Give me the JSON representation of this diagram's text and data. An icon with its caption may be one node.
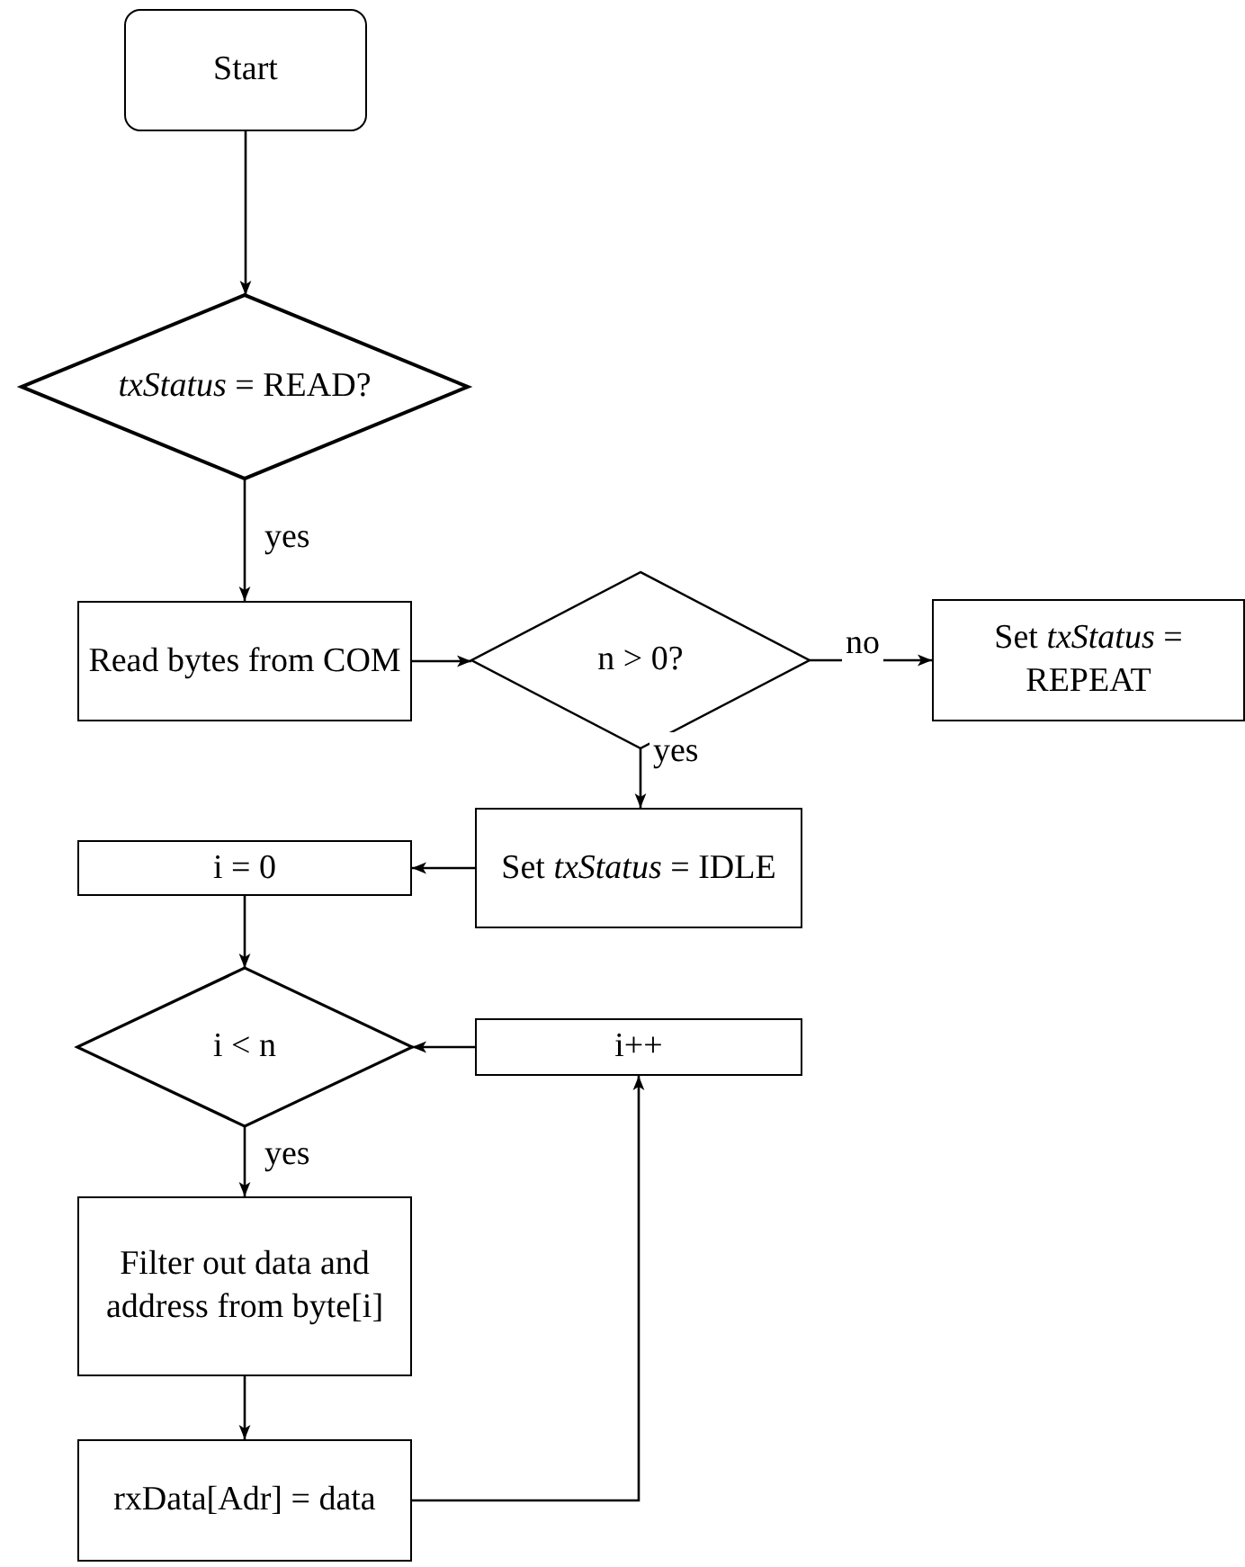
{
  "diagram": {
    "nodes": [
      {
        "text": [
          "Start"
        ]
      },
      {
        "text": [
          "*txStatus* = READ?"
        ]
      },
      {
        "text": [
          "Read bytes from COM"
        ]
      },
      {
        "text": [
          "n > 0?"
        ]
      },
      {
        "text": [
          "Set *txStatus* = REPEAT"
        ]
      },
      {
        "text": [
          "Set *txStatus* = IDLE"
        ]
      },
      {
        "text": [
          "i = 0"
        ]
      },
      {
        "text": [
          "i < n"
        ]
      },
      {
        "text": [
          "i++"
        ]
      },
      {
        "text": [
          "Filter out data and address from byte[i]"
        ]
      },
      {
        "text": [
          "rxData[Adr] = data"
        ]
      }
    ],
    "edges": [
      {
        "from": 0,
        "to": 1,
        "arrow": "to"
      },
      {
        "from": 1,
        "to": 2,
        "arrow": "to",
        "label": "yes"
      },
      {
        "from": 2,
        "to": 3,
        "arrow": "to"
      },
      {
        "from": 3,
        "to": 4,
        "arrow": "to",
        "label": "no"
      },
      {
        "from": 3,
        "to": 5,
        "arrow": "to",
        "label": "yes"
      },
      {
        "from": 5,
        "to": 6,
        "arrow": "to"
      },
      {
        "from": 6,
        "to": 7,
        "arrow": "to"
      },
      {
        "from": 8,
        "to": 7,
        "arrow": "to"
      },
      {
        "from": 7,
        "to": 9,
        "arrow": "to",
        "label": "yes"
      },
      {
        "from": 9,
        "to": 10,
        "arrow": "to"
      },
      {
        "from": 10,
        "to": 8,
        "arrow": "to"
      }
    ]
  }
}
